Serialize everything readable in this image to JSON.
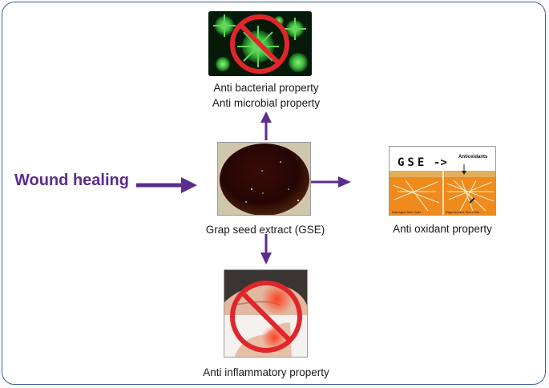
{
  "diagram": {
    "title": "Wound healing",
    "center_label": "Grap seed extract (GSE)",
    "top_label_line1": "Anti bacterial property",
    "top_label_line2": "Anti microbial property",
    "right_label": "Anti oxidant property",
    "bottom_label": "Anti inflammatory property",
    "right_image": {
      "gse_text": "GSE",
      "arrow_text": "->",
      "antioxidants_text": "Antioxidants",
      "left_caption": "Damaged Skin Cells",
      "right_caption": "Regenerated Skin Cells"
    }
  },
  "colors": {
    "arrow": "#5b2d8c",
    "border": "#3f5f9f",
    "prohibition": "#e0262b"
  },
  "icons": [
    "virus-icon",
    "prohibition-icon",
    "extract-image",
    "skin-cells-image",
    "inflamed-knee-image"
  ]
}
